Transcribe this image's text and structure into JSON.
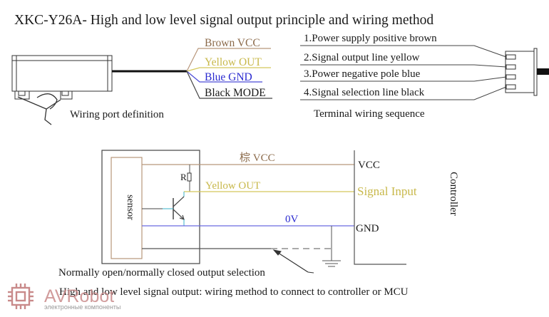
{
  "title": "XKC-Y26A- High and low level signal output principle and wiring method",
  "colors": {
    "brown": "#8b6a4a",
    "yellow": "#c8b84a",
    "blue": "#3a3ad0",
    "black": "#1a1a1a",
    "line_brown": "#b8967a",
    "line_yellow": "#d4c85a",
    "line_blue": "#6a6ae0",
    "cyan": "#3ab0c8",
    "watermark": "#c98a8a"
  },
  "wiring_port": {
    "labels": [
      "Brown VCC",
      "Yellow OUT",
      "Blue GND",
      "Black MODE"
    ],
    "caption": "Wiring port definition"
  },
  "terminal": {
    "labels": [
      "1.Power supply positive brown",
      "2.Signal output line yellow",
      "3.Power negative pole blue",
      "4.Signal selection line black"
    ],
    "caption": "Terminal wiring sequence"
  },
  "schematic": {
    "sensor_label": "sensor",
    "resistor_label": "R",
    "vcc_wire_label": "棕 VCC",
    "out_wire_label": "Yellow OUT",
    "gnd_wire_label": "0V",
    "controller_vcc": "VCC",
    "controller_signal": "Signal Input",
    "controller_gnd": "GND",
    "controller_label": "Controller",
    "selection_note": "Normally open/normally closed output selection",
    "caption": "High and low level signal output: wiring method to connect to controller or MCU"
  },
  "watermark": {
    "brand": "AVRobot",
    "tagline": "электронные компоненты"
  }
}
